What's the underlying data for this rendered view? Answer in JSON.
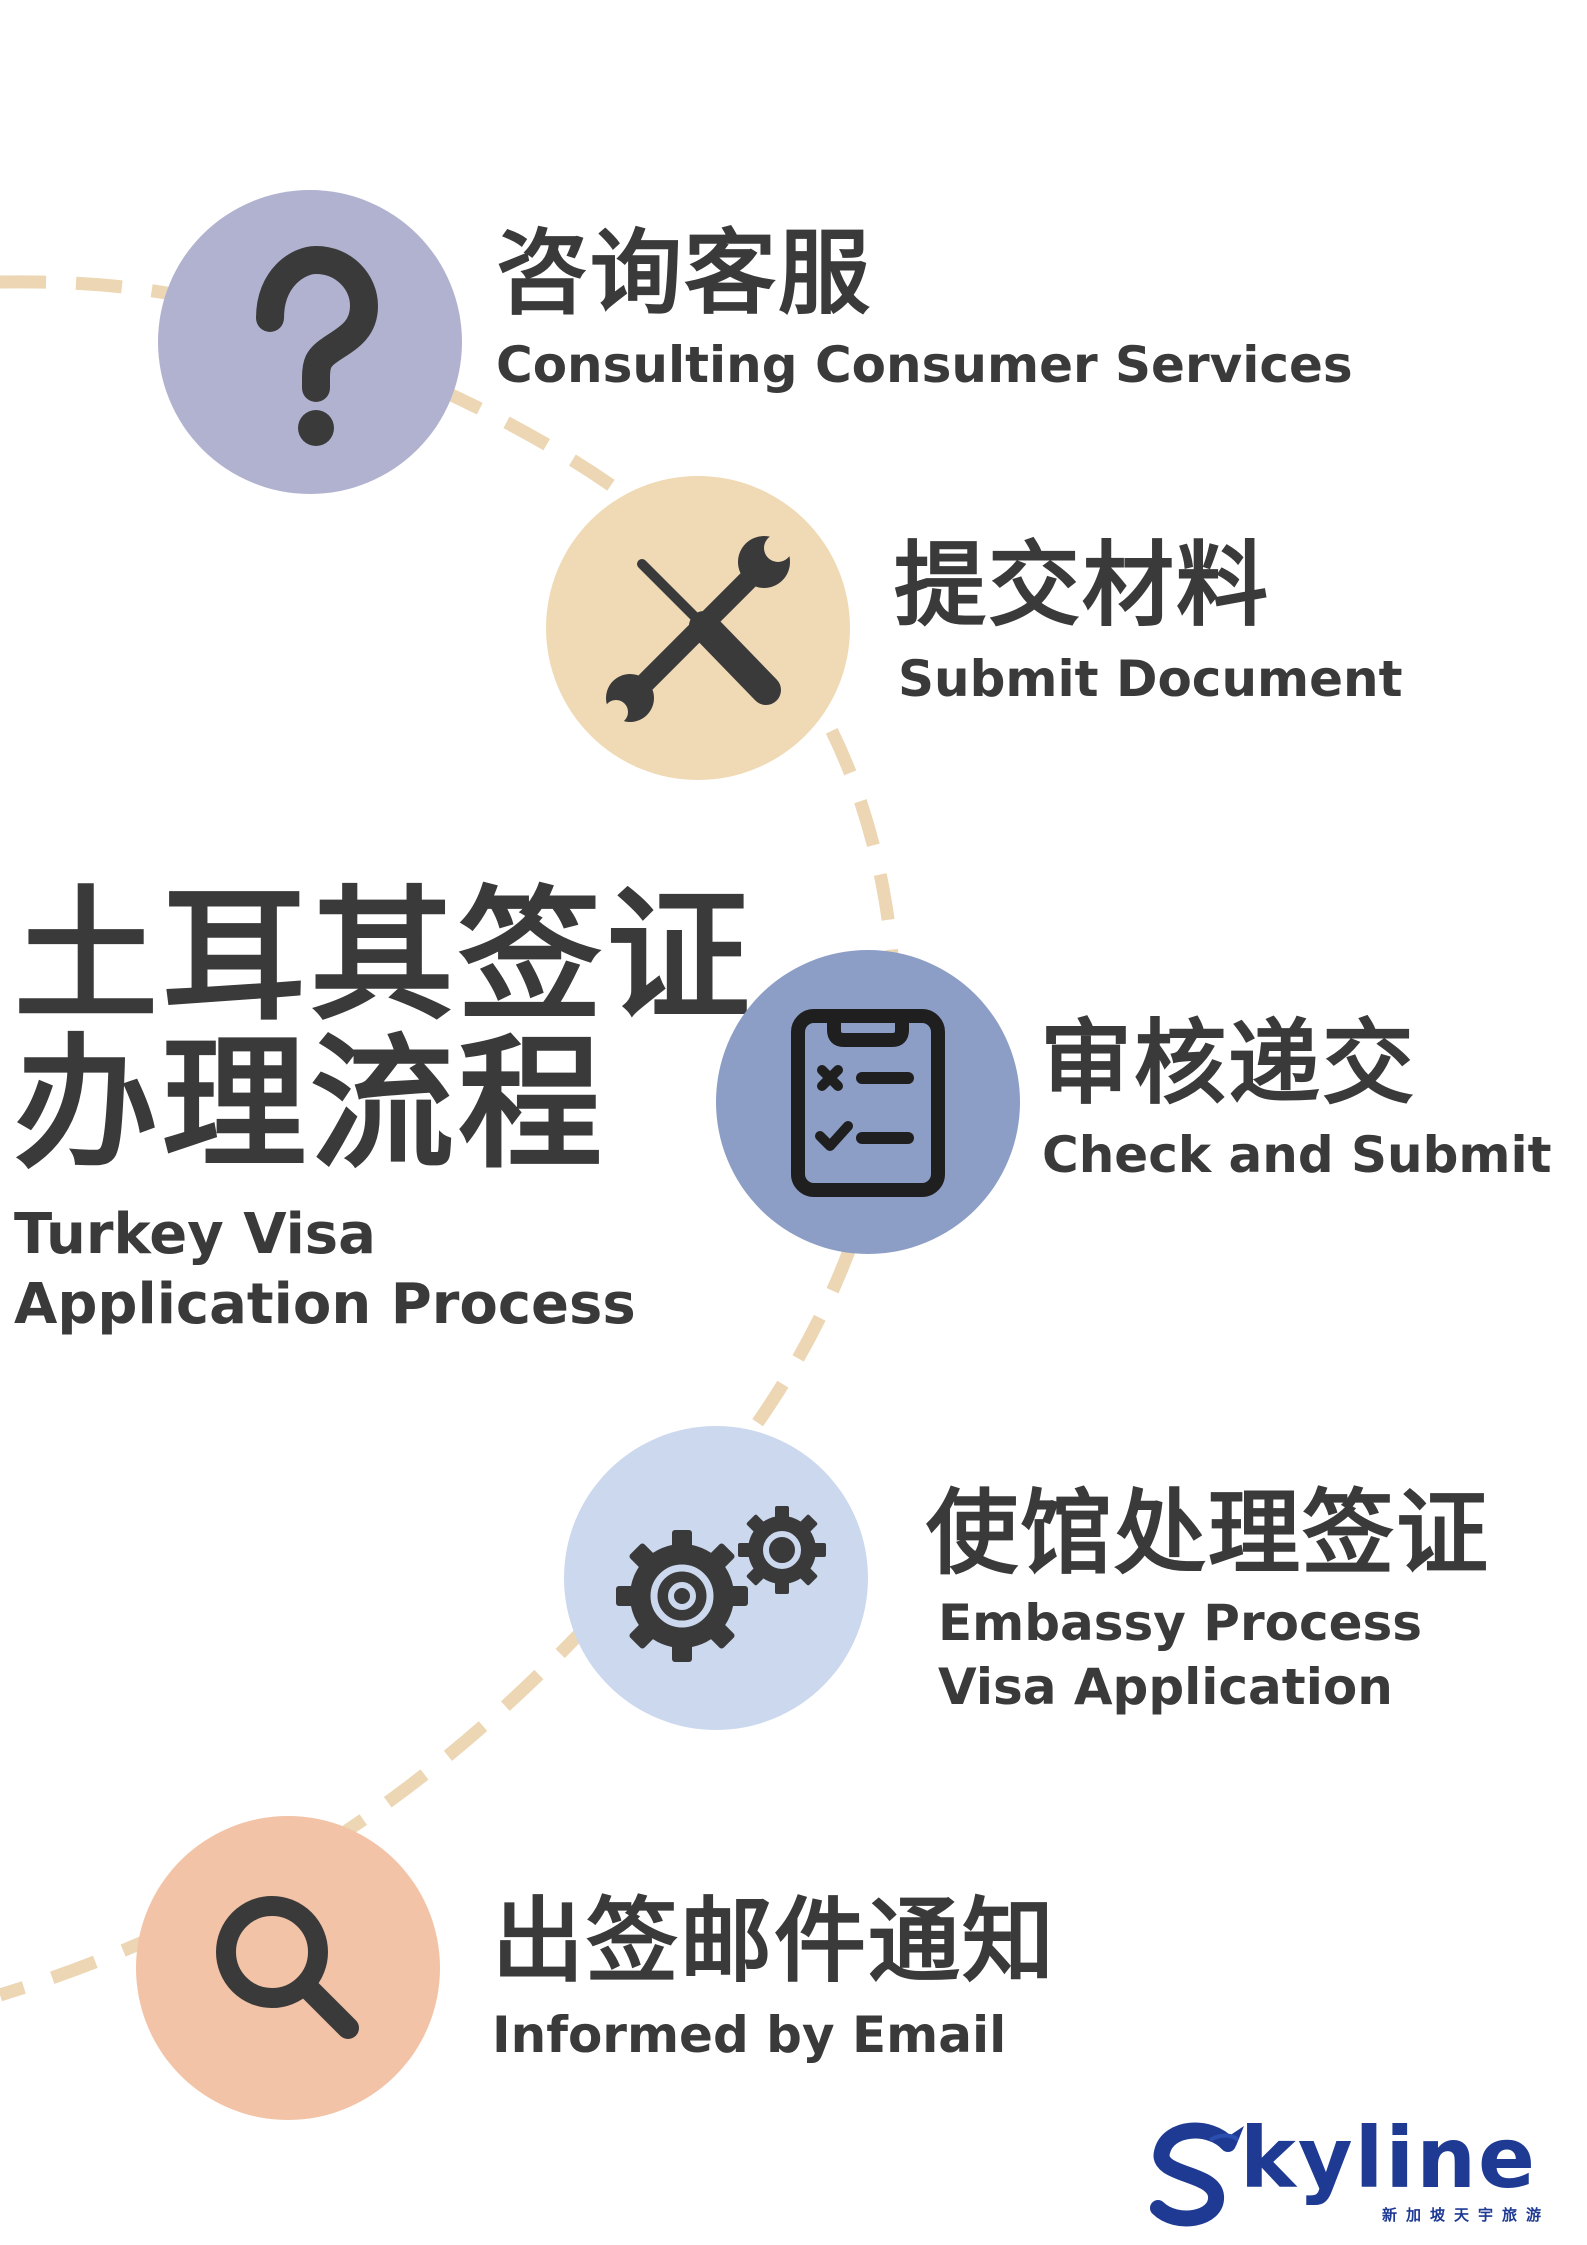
{
  "title": {
    "zh_line1": "土耳其签证",
    "zh_line2": "办理流程",
    "en_line1": "Turkey Visa",
    "en_line2": "Application Process"
  },
  "steps": [
    {
      "zh": "咨询客服",
      "en": "Consulting Consumer Services",
      "icon": "question-mark-icon",
      "color": "#b1b2d0"
    },
    {
      "zh": "提交材料",
      "en": "Submit Document",
      "icon": "wrench-screwdriver-icon",
      "color": "#f0dab5"
    },
    {
      "zh": "审核递交",
      "en": "Check and Submit",
      "icon": "clipboard-checklist-icon",
      "color": "#8c9ec6"
    },
    {
      "zh": "使馆处理签证",
      "en_line1": "Embassy Process",
      "en_line2": "Visa Application",
      "icon": "gears-icon",
      "color": "#cbd8ee"
    },
    {
      "zh": "出签邮件通知",
      "en": "Informed by Email",
      "icon": "magnifier-icon",
      "color": "#f2c3a6"
    }
  ],
  "logo": {
    "word": "kyline",
    "subtitle": "新加坡天宇旅游",
    "color": "#1f3a93"
  },
  "colors": {
    "path": "#ecd6b3",
    "text": "#3a3a3a",
    "icon": "#3a3a3a"
  }
}
